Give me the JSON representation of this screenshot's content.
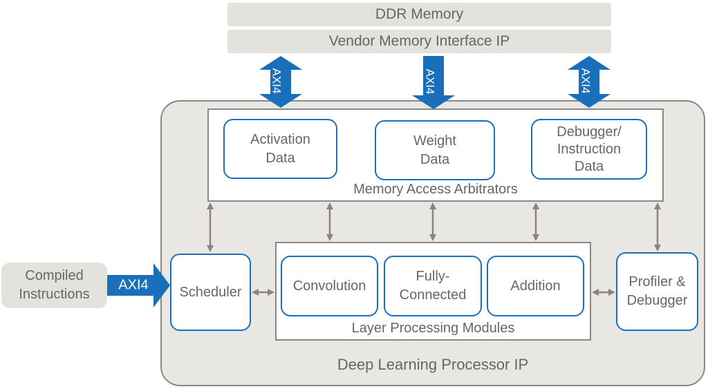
{
  "memory": {
    "ddr": "DDR Memory",
    "interface": "Vendor Memory Interface IP"
  },
  "axi_label": "AXI4",
  "processor": {
    "title": "Deep Learning Processor IP",
    "arbitrators": {
      "title": "Memory Access Arbitrators",
      "activation": [
        "Activation",
        "Data"
      ],
      "weight": [
        "Weight",
        "Data"
      ],
      "debugger": [
        "Debugger/",
        "Instruction",
        "Data"
      ]
    },
    "scheduler": "Scheduler",
    "layer_modules": {
      "title": "Layer Processing Modules",
      "convolution": "Convolution",
      "fully_connected": [
        "Fully-",
        "Connected"
      ],
      "addition": "Addition"
    },
    "profiler": [
      "Profiler &",
      "Debugger"
    ]
  },
  "compiled": [
    "Compiled",
    "Instructions"
  ],
  "colors": {
    "axi_blue": "#1a6fba",
    "box_border": "#1a6fba",
    "grey_fill": "#e4e2dd",
    "outer_fill": "#e9e7e3",
    "connector": "#8a8480",
    "text": "#666666"
  }
}
